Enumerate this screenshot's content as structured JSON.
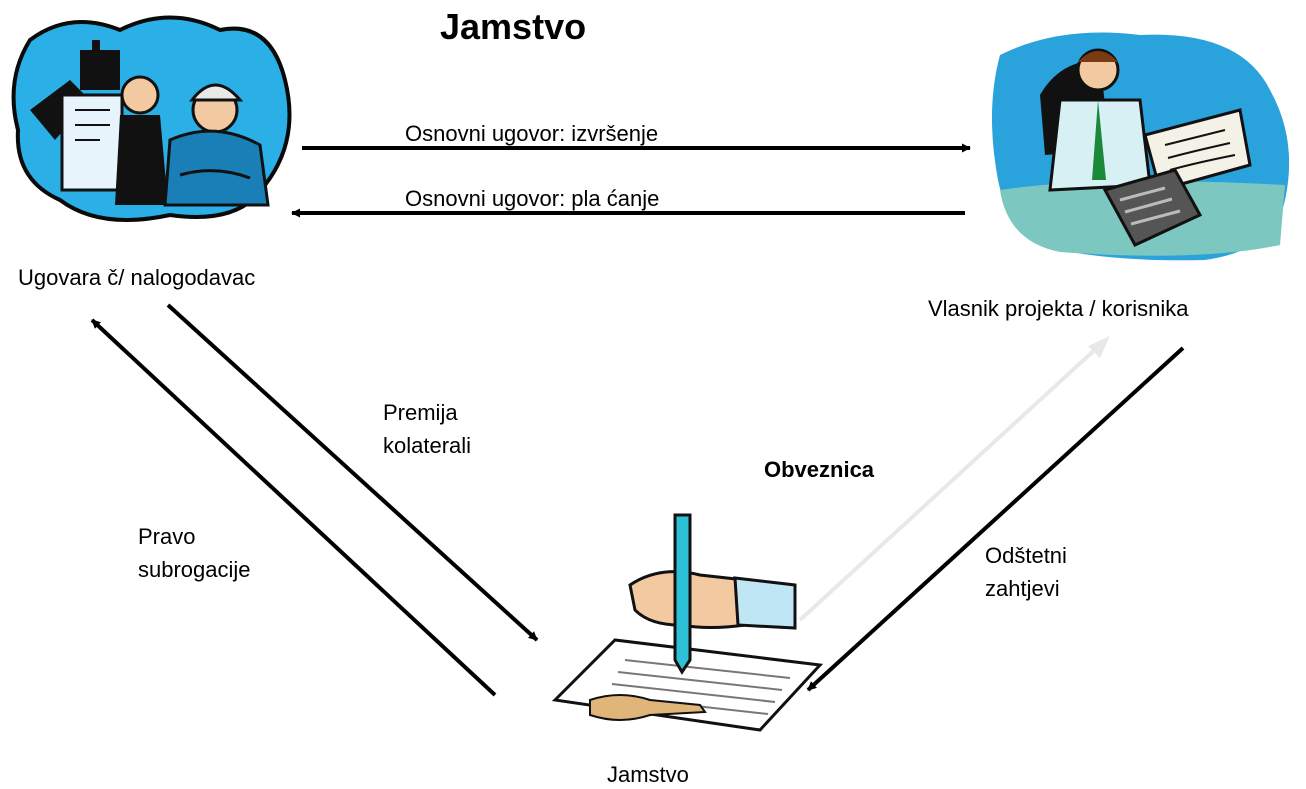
{
  "title": "Jamstvo",
  "nodes": {
    "contractor": {
      "label": "Ugovara č/  nalogodavac"
    },
    "owner": {
      "label": "Vlasnik projekta / korisnika"
    },
    "guarantee": {
      "label": "Jamstvo"
    }
  },
  "edges": {
    "execution": {
      "label": "Osnovni ugovor:  izvršenje"
    },
    "payment": {
      "label": "Osnovni ugovor:  pla ćanje"
    },
    "premium": {
      "label_line1": "Premija",
      "label_line2": "kolaterali"
    },
    "subrogation": {
      "label_line1": "Pravo",
      "label_line2": "subrogacije"
    },
    "bond": {
      "label": "Obveznica"
    },
    "claims": {
      "label_line1": "Odštetni",
      "label_line2": "zahtjevi"
    }
  },
  "colors": {
    "arrow": "#000000",
    "bond_arrow": "#e8e8e8",
    "sky": "#29a8e0",
    "dark": "#0a0a0a"
  }
}
